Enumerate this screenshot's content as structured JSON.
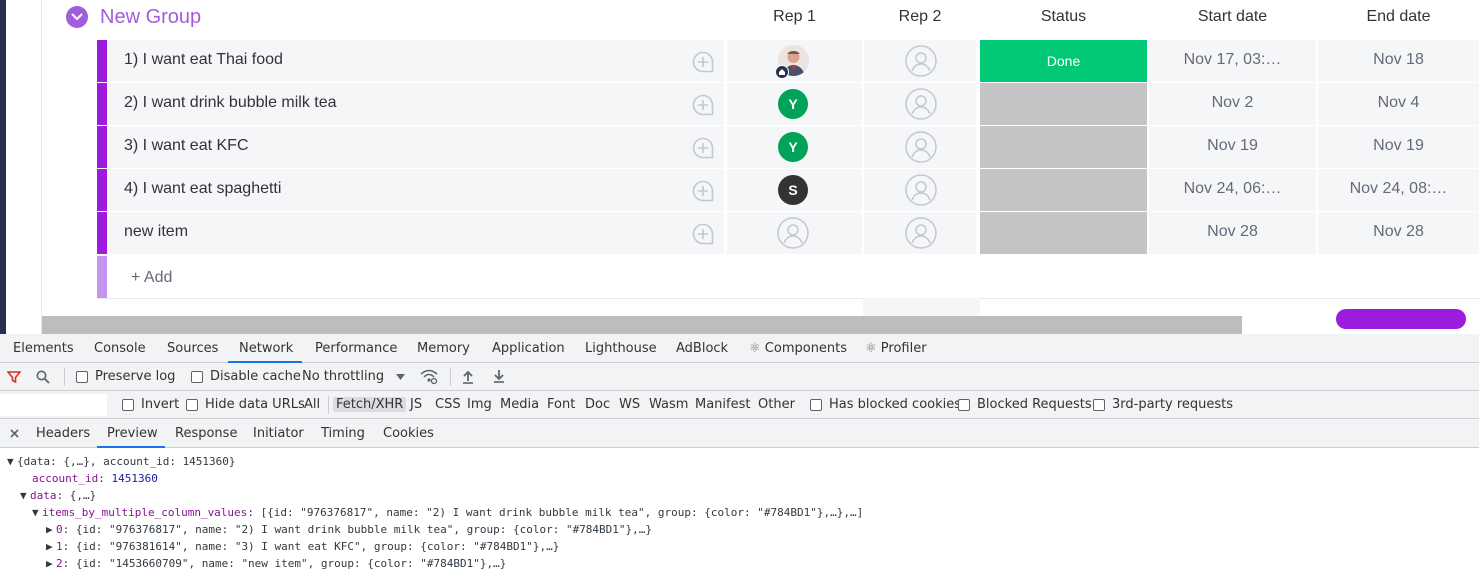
{
  "board": {
    "group": {
      "title": "New Group",
      "color": "#a25ddc",
      "bar_color": "#9c1bde"
    },
    "columns": {
      "rep1": "Rep 1",
      "rep2": "Rep 2",
      "status": "Status",
      "start": "Start date",
      "end": "End date"
    },
    "rows": [
      {
        "name": "1) I want eat Thai food",
        "rep1": {
          "type": "photo"
        },
        "status": "Done",
        "status_color": "#00c875",
        "start": "Nov 17, 03:…",
        "end": "Nov 18"
      },
      {
        "name": "2) I want drink bubble milk tea",
        "rep1": {
          "type": "initial",
          "letter": "Y",
          "color": "#00a359"
        },
        "status": "",
        "status_color": "#c4c4c4",
        "start": "Nov 2",
        "end": "Nov 4"
      },
      {
        "name": "3) I want eat KFC",
        "rep1": {
          "type": "initial",
          "letter": "Y",
          "color": "#00a359"
        },
        "status": "",
        "status_color": "#c4c4c4",
        "start": "Nov 19",
        "end": "Nov 19"
      },
      {
        "name": "4) I want eat spaghetti",
        "rep1": {
          "type": "initial",
          "letter": "S",
          "color": "#333333"
        },
        "status": "",
        "status_color": "#c4c4c4",
        "start": "Nov 24, 06:…",
        "end": "Nov 24, 08:…"
      },
      {
        "name": "new item",
        "rep1": {
          "type": "empty"
        },
        "status": "",
        "status_color": "#c4c4c4",
        "start": "Nov 28",
        "end": "Nov 28"
      }
    ],
    "add_label": "+ Add"
  },
  "devtools": {
    "tabs": [
      "Elements",
      "Console",
      "Sources",
      "Network",
      "Performance",
      "Memory",
      "Application",
      "Lighthouse",
      "AdBlock",
      "Components",
      "Profiler"
    ],
    "active_tab": "Network",
    "toolbar": {
      "preserve_log": "Preserve log",
      "disable_cache": "Disable cache",
      "throttling": "No throttling"
    },
    "filters": {
      "invert": "Invert",
      "hide_data_urls": "Hide data URLs",
      "types": [
        "All",
        "Fetch/XHR",
        "JS",
        "CSS",
        "Img",
        "Media",
        "Font",
        "Doc",
        "WS",
        "Wasm",
        "Manifest",
        "Other"
      ],
      "selected_type": "Fetch/XHR",
      "has_blocked_cookies": "Has blocked cookies",
      "blocked_requests": "Blocked Requests",
      "third_party": "3rd-party requests"
    },
    "subtabs": [
      "Headers",
      "Preview",
      "Response",
      "Initiator",
      "Timing",
      "Cookies"
    ],
    "active_subtab": "Preview",
    "preview": {
      "root": "{data: {,…}, account_id: 1451360}",
      "account_id_key": "account_id",
      "account_id_value": "1451360",
      "data_key": "data",
      "data_summary": "{,…}",
      "items_key": "items_by_multiple_column_values",
      "items_summary": "[{id: \"976376817\", name: \"2) I want drink bubble milk tea\", group: {color: \"#784BD1\"},…},…]",
      "items": [
        {
          "index": "0",
          "summary": "{id: \"976376817\", name: \"2) I want drink bubble milk tea\", group: {color: \"#784BD1\"},…}"
        },
        {
          "index": "1",
          "summary": "{id: \"976381614\", name: \"3) I want eat KFC\", group: {color: \"#784BD1\"},…}"
        },
        {
          "index": "2",
          "summary": "{id: \"1453660709\", name: \"new item\", group: {color: \"#784BD1\"},…}"
        }
      ]
    }
  }
}
